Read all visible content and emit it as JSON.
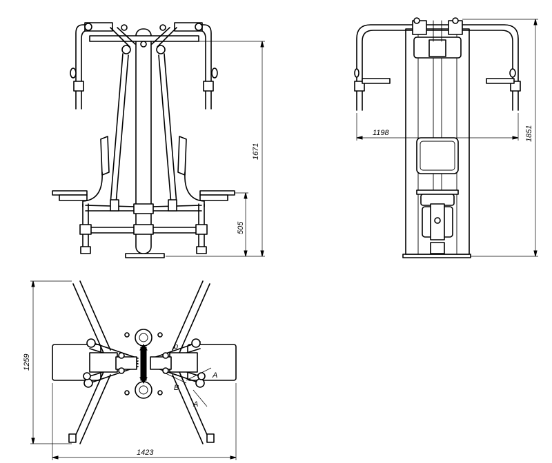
{
  "dimensions": {
    "front_height": "1671",
    "seat_height": "505",
    "side_width": "1198",
    "side_height": "1851",
    "plan_depth": "1259",
    "plan_width": "1423"
  },
  "labels": {
    "point_a": "A",
    "point_b_lower": "B",
    "point_b_upper": "b",
    "point_a_lower": "A"
  },
  "colors": {
    "line": "#000000",
    "background": "#ffffff"
  }
}
